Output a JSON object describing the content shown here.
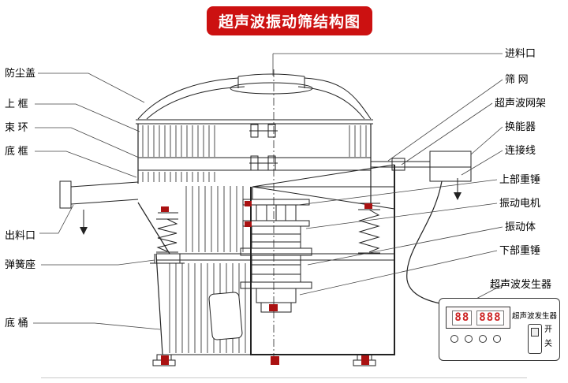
{
  "title": "超声波振动筛结构图",
  "labels": {
    "left": [
      {
        "id": "dust-cover",
        "text": "防尘盖"
      },
      {
        "id": "upper-frame",
        "text": "上 框"
      },
      {
        "id": "clamp-ring",
        "text": "束 环"
      },
      {
        "id": "bottom-frame",
        "text": "底 框"
      },
      {
        "id": "discharge-outlet",
        "text": "出料口"
      },
      {
        "id": "spring-seat",
        "text": "弹簧座"
      },
      {
        "id": "bottom-barrel",
        "text": "底 桶"
      }
    ],
    "right": [
      {
        "id": "feed-inlet",
        "text": "进料口"
      },
      {
        "id": "screen-mesh",
        "text": "筛 网"
      },
      {
        "id": "ultrasonic-mesh-frame",
        "text": "超声波网架"
      },
      {
        "id": "transducer",
        "text": "换能器"
      },
      {
        "id": "connecting-wire",
        "text": "连接线"
      },
      {
        "id": "upper-weight",
        "text": "上部重锤"
      },
      {
        "id": "vibration-motor",
        "text": "振动电机"
      },
      {
        "id": "vibrating-body",
        "text": "振动体"
      },
      {
        "id": "lower-weight",
        "text": "下部重锤"
      },
      {
        "id": "ultrasonic-generator",
        "text": "超声波发生器"
      }
    ]
  },
  "generator_panel": {
    "display_digits_left": "88",
    "display_digits_right": "888",
    "label": "超声波发生器",
    "switch_on_label": "开",
    "switch_off_label": "关"
  },
  "colors": {
    "title_background": "#cc1111",
    "title_text": "#ffffff",
    "line_color": "#222222",
    "marker_red": "#aa1111",
    "led_digit_red": "#cc2222"
  }
}
